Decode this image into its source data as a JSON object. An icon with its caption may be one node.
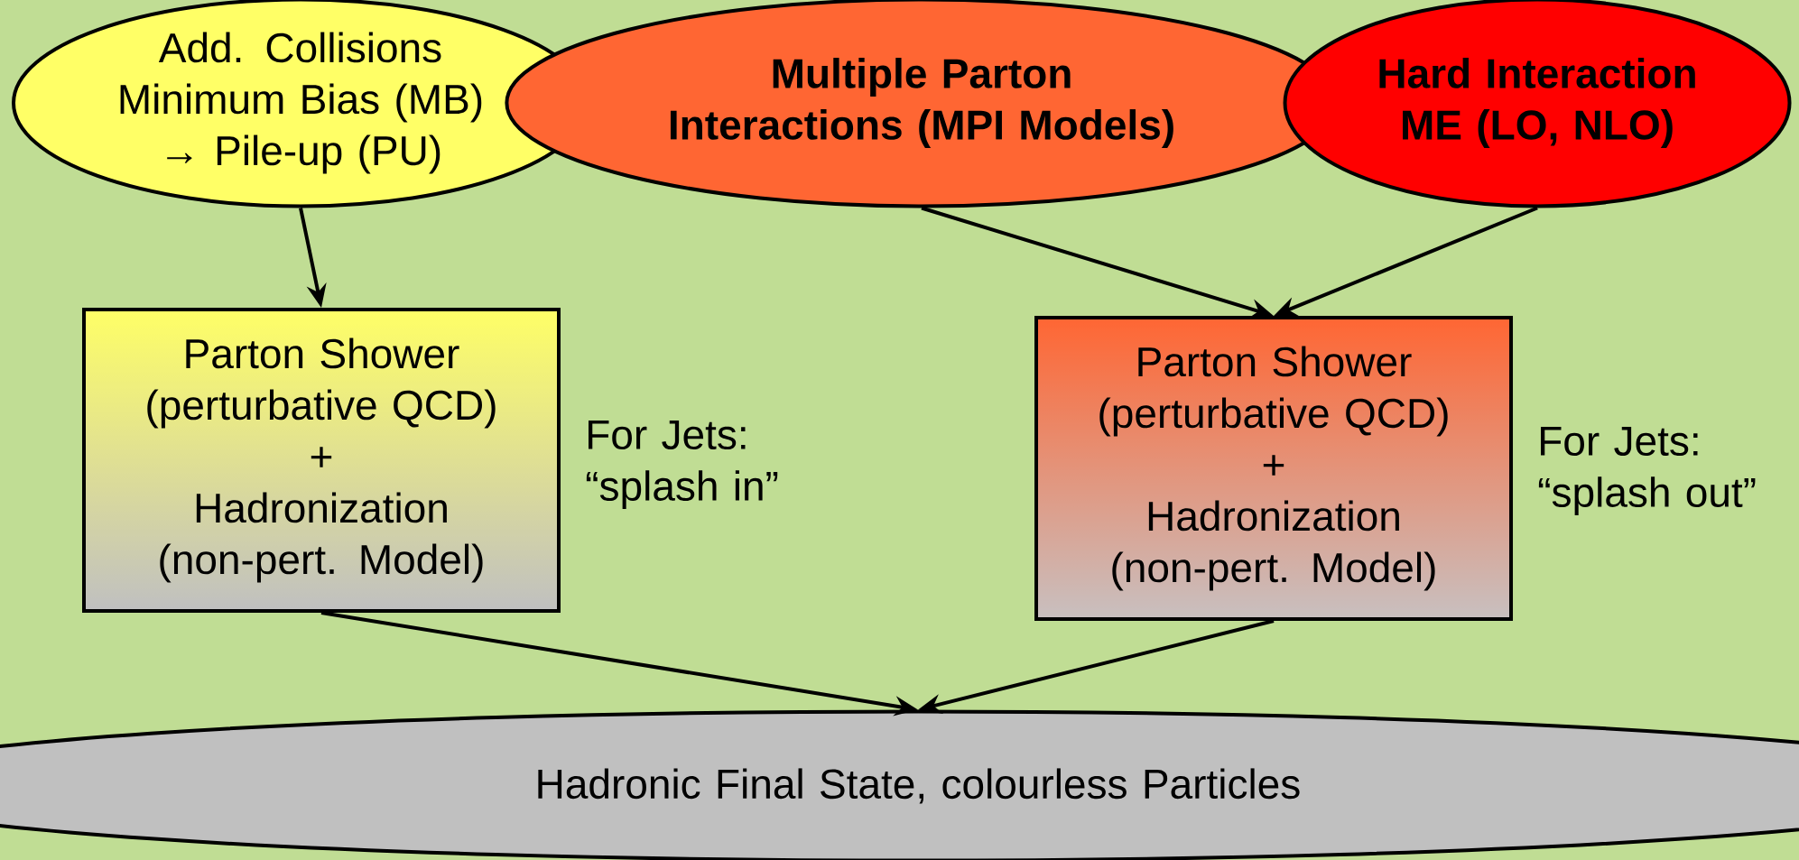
{
  "diagram": {
    "nodes": [
      {
        "text": [
          "Add. Collisions Minimum Bias (MB) → Pile-up (PU)"
        ]
      },
      {
        "text": [
          "Multiple Parton Interactions (MPI Models)"
        ]
      },
      {
        "text": [
          "Hard Interaction ME (LO, NLO)"
        ]
      },
      {
        "text": [
          "Parton Shower (perturbative QCD)",
          "+",
          "Hadronization (non-pert. Model)"
        ],
        "beside": [
          "For Jets: “splash in”"
        ]
      },
      {
        "text": [
          "Parton Shower (perturbative QCD)",
          "+",
          "Hadronization (non-pert. Model)"
        ],
        "beside": [
          "For Jets: “splash out”"
        ]
      },
      {
        "text": [
          "Hadronic Final State, colourless Particles"
        ]
      }
    ],
    "edges": [
      {
        "from": 0,
        "to": 3,
        "arrow": "to"
      },
      {
        "from": 1,
        "to": 4,
        "arrow": "to"
      },
      {
        "from": 2,
        "to": 4,
        "arrow": "to"
      },
      {
        "from": 3,
        "to": 5,
        "arrow": "to"
      },
      {
        "from": 4,
        "to": 5,
        "arrow": "to"
      }
    ]
  }
}
